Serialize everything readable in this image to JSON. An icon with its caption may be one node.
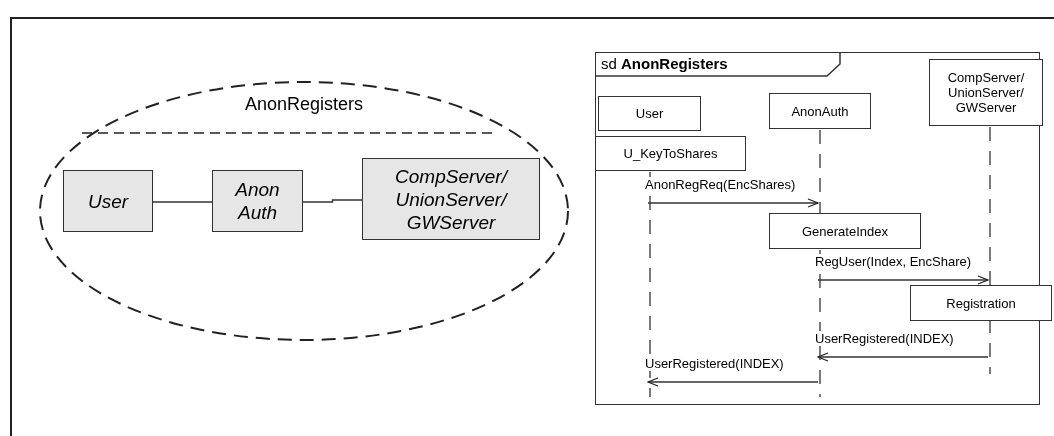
{
  "diagram": {
    "nodes": [
      {
        "text": [
          "AnonRegisters"
        ]
      },
      {
        "text": [
          "User"
        ],
        "in": 0
      },
      {
        "text": [
          "AnonAuth"
        ],
        "in": 0
      },
      {
        "text": [
          "CompServer/ UnionServer/ GWServer"
        ],
        "in": 0
      },
      {
        "text": [
          "sd **AnonRegisters**"
        ]
      },
      {
        "text": [
          "User"
        ],
        "in": 4
      },
      {
        "text": [
          "AnonAuth"
        ],
        "in": 4
      },
      {
        "text": [
          "CompServer/ UnionServer/ GWServer"
        ],
        "in": 4
      },
      {
        "text": [
          "U_KeyToShares"
        ],
        "in": 4
      },
      {
        "text": [
          "GenerateIndex"
        ],
        "in": 4
      },
      {
        "text": [
          "Registration"
        ]
      }
    ],
    "edges": [
      {
        "from": 1,
        "to": 2,
        "arrow": "none"
      },
      {
        "from": 2,
        "to": 3,
        "arrow": "none"
      },
      {
        "from": 5,
        "to": 6,
        "arrow": "to",
        "label": "AnonRegReq(EncShares)"
      },
      {
        "from": 6,
        "to": 7,
        "arrow": "to",
        "label": "RegUser(Index, EncShare)"
      },
      {
        "from": 7,
        "to": 6,
        "arrow": "to",
        "label": "UserRegistered(INDEX)"
      },
      {
        "from": 6,
        "to": 5,
        "arrow": "to",
        "label": "UserRegistered(INDEX)"
      }
    ]
  }
}
